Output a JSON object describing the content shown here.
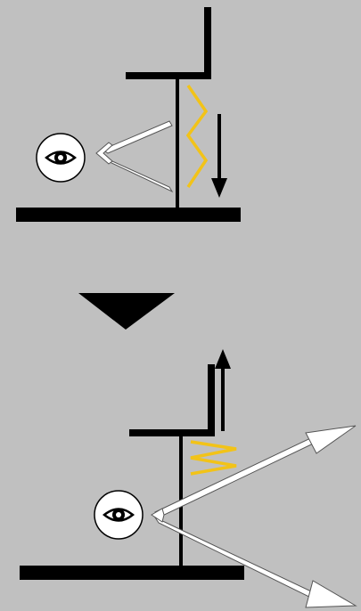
{
  "colors": {
    "background": "#c0c0c0",
    "structure": "#000000",
    "zigzag": "#f2c318",
    "eye_circle": "#ffffff",
    "ray_fill": "#ffffff",
    "ray_outline": "#555555"
  },
  "panels": [
    {
      "id": "before",
      "icons": [
        "eye-icon",
        "zigzag-icon",
        "arrow-down-icon",
        "hook-frame-icon"
      ],
      "ray_length": "short"
    },
    {
      "id": "after",
      "icons": [
        "eye-icon",
        "zigzag-icon",
        "arrow-up-icon",
        "hook-frame-icon"
      ],
      "ray_length": "long"
    }
  ],
  "transition_icon": "triangle-down-icon"
}
